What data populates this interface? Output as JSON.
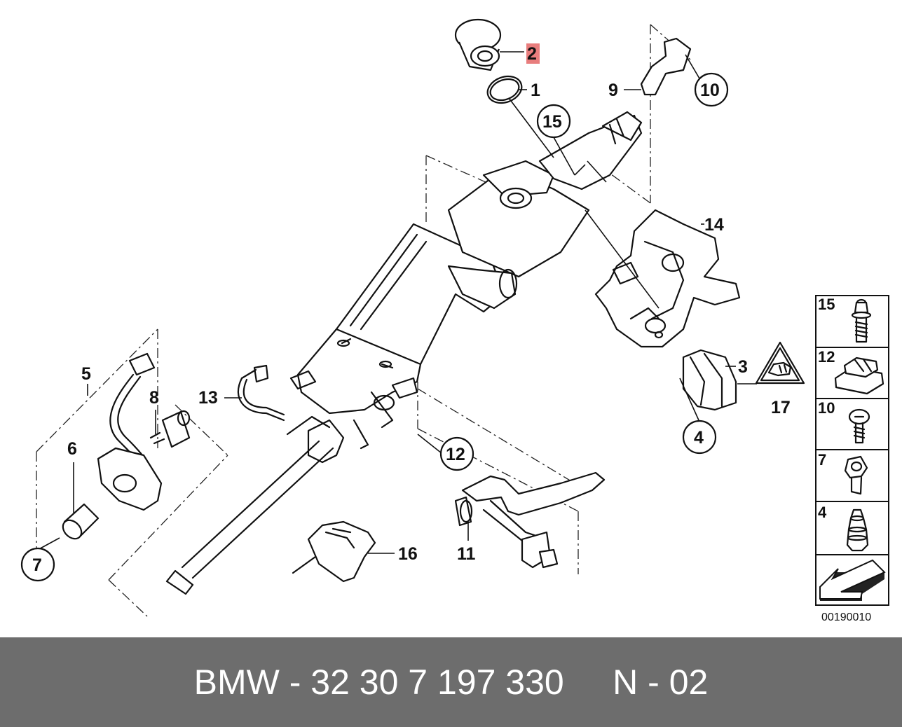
{
  "callouts": {
    "c1": "1",
    "c2": "2",
    "c3": "3",
    "c4": "4",
    "c5": "5",
    "c6": "6",
    "c7": "7",
    "c8": "8",
    "c9": "9",
    "c10": "10",
    "c11": "11",
    "c12": "12",
    "c13": "13",
    "c14": "14",
    "c15": "15",
    "c16": "16",
    "c17": "17"
  },
  "legend": {
    "items": [
      {
        "label": "15",
        "icon": "bolt-icon"
      },
      {
        "label": "12",
        "icon": "clip-nut-icon"
      },
      {
        "label": "10",
        "icon": "screw-icon"
      },
      {
        "label": "7",
        "icon": "cable-clip-icon"
      },
      {
        "label": "4",
        "icon": "grommet-icon"
      }
    ],
    "arrow_icon": "direction-arrow-icon"
  },
  "diagram_ref": "00190010",
  "highlight_color": "#e87d7d",
  "footer": {
    "text": "BMW - 32 30 7 197 330     N - 02",
    "background": "#6d6d6d",
    "color": "#ffffff"
  }
}
